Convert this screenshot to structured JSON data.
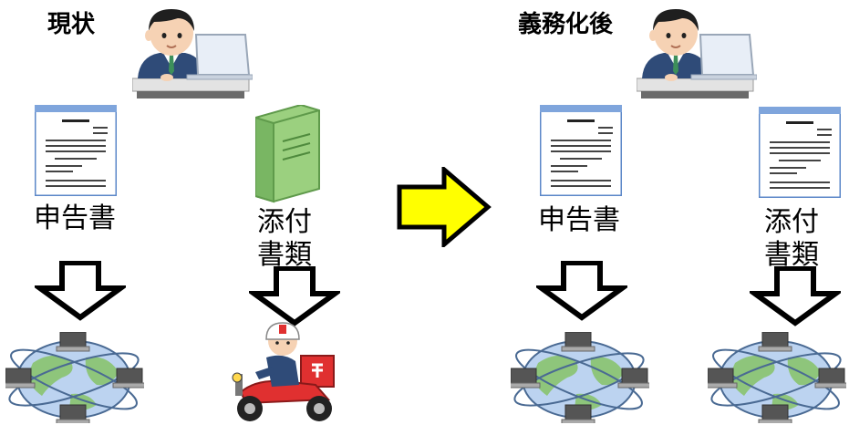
{
  "current": {
    "heading": "現状",
    "form_label": "申告書",
    "attachment_label_line1": "添付",
    "attachment_label_line2": "書類"
  },
  "after": {
    "heading": "義務化後",
    "form_label": "申告書",
    "attachment_label_line1": "添付",
    "attachment_label_line2": "書類"
  },
  "icons": {
    "worker": "person-at-laptop-icon",
    "document": "document-icon",
    "binder": "green-binder-icon",
    "network": "computer-network-icon",
    "delivery": "postal-delivery-scooter-icon",
    "transition_arrow": "yellow-right-arrow-icon",
    "down_arrow": "down-arrow-outline-icon"
  },
  "colors": {
    "transition_arrow_fill": "#ffff00",
    "binder": "#8cc97a",
    "globe": "#bcd3f0",
    "land": "#8ec57b",
    "document_border": "#5b87c8"
  }
}
